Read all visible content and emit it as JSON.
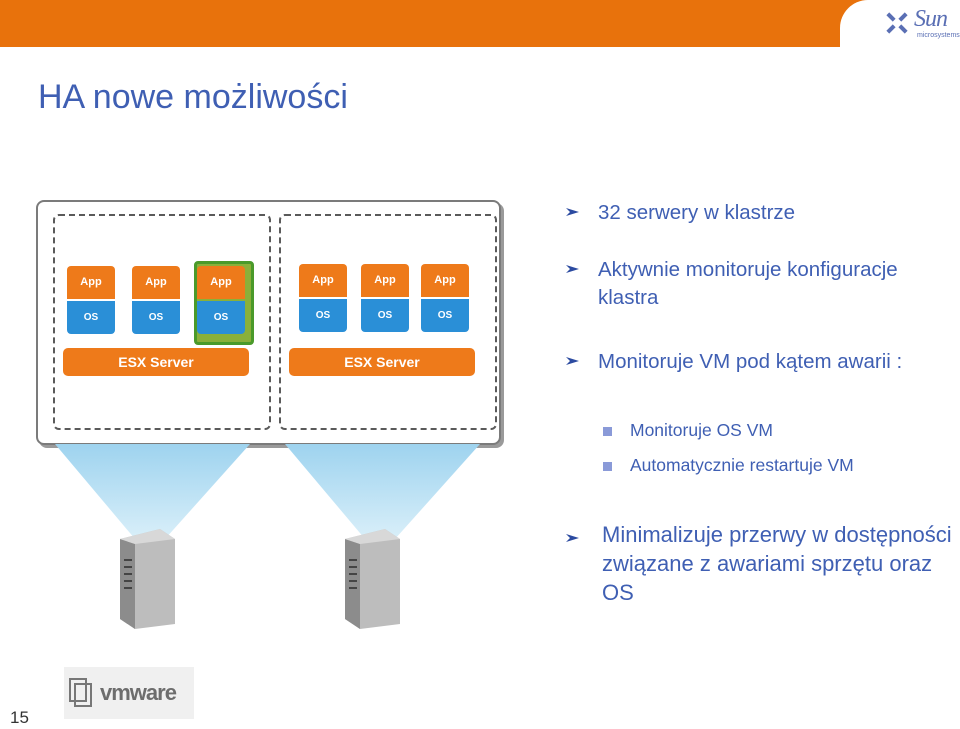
{
  "header": {
    "brand_name": "Sun",
    "brand_sub": "microsystems"
  },
  "title": "HA nowe możliwości",
  "diagram": {
    "vm_app_label": "App",
    "vm_os_label": "OS",
    "esx_label": "ESX Server"
  },
  "bullets": [
    {
      "text": "32 serwery w klastrze"
    },
    {
      "text": "Aktywnie monitoruje konfiguracje klastra"
    },
    {
      "text": "Monitoruje VM  pod kątem awarii :",
      "subitems": [
        "Monitoruje OS VM",
        "Automatycznie restartuje VM"
      ]
    },
    {
      "text": "Minimalizuje przerwy w dostępności związane z awariami sprzętu oraz OS"
    }
  ],
  "footer": {
    "vmware_logo": "vmware",
    "page_number": "15"
  },
  "colors": {
    "orange": "#e8720c",
    "blue_text": "#3f5fb3",
    "vm_blue": "#2a8fd7",
    "vm_orange": "#ee7a1a"
  }
}
